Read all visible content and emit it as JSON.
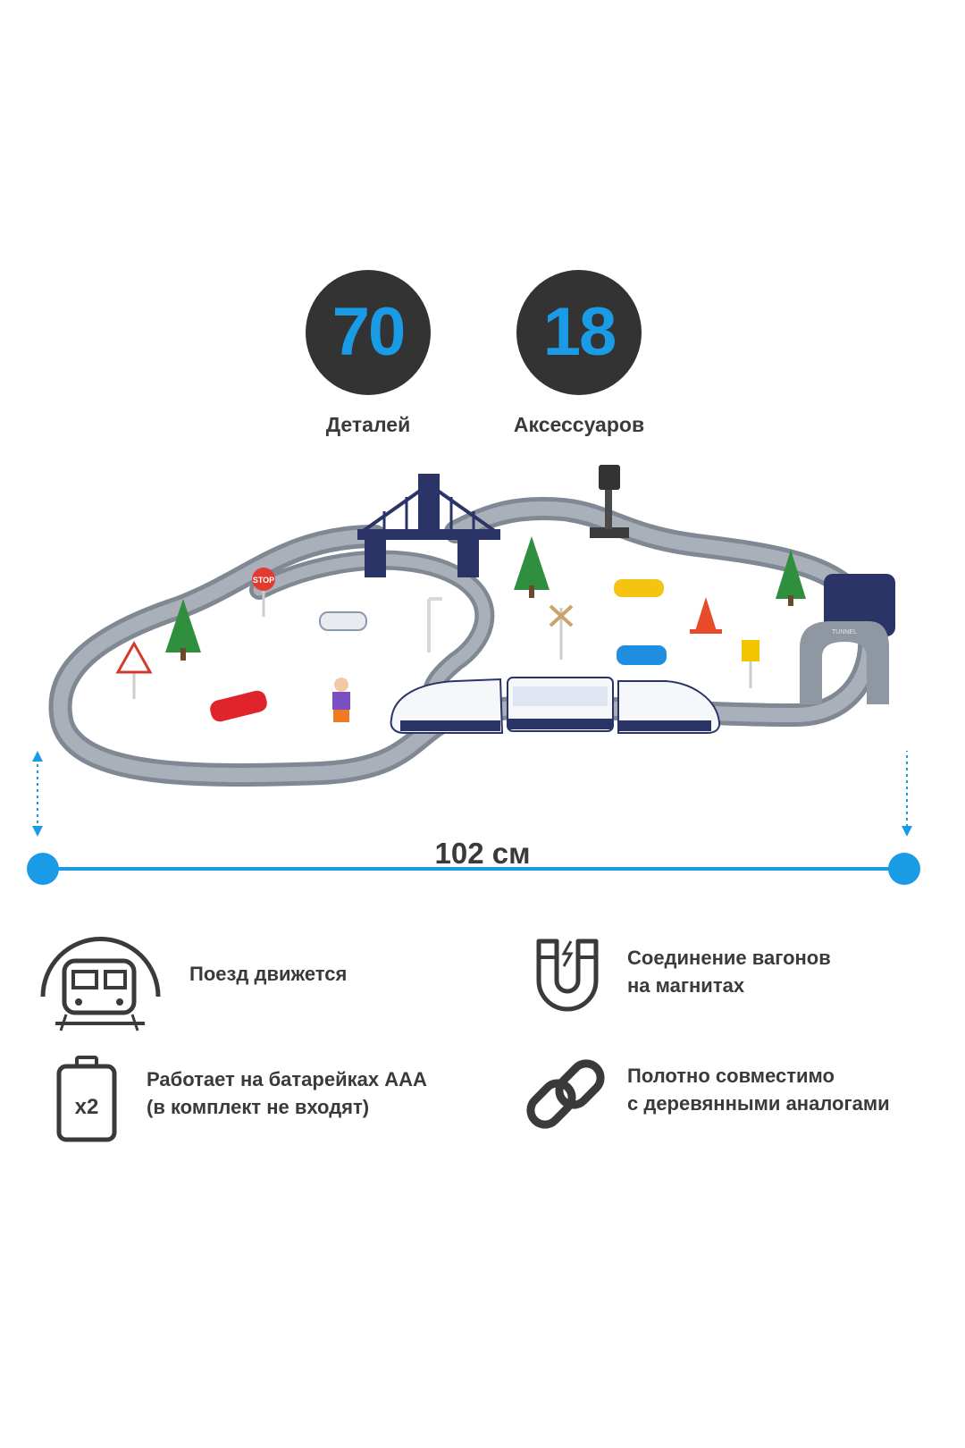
{
  "stats": [
    {
      "value": "70",
      "label": "Деталей"
    },
    {
      "value": "18",
      "label": "Аксессуаров"
    }
  ],
  "scene": {
    "stop_sign": "STOP",
    "tunnel_label": "TUNNEL"
  },
  "dimension": {
    "label": "102 см"
  },
  "features": [
    {
      "icon": "train-icon",
      "lines": [
        "Поезд движется"
      ]
    },
    {
      "icon": "magnet-icon",
      "lines": [
        "Соединение вагонов",
        "на магнитах"
      ]
    },
    {
      "icon": "battery-icon",
      "badge": "x2",
      "lines": [
        "Работает на батарейках ААА",
        "(в комплект не входят)"
      ]
    },
    {
      "icon": "chain-link-icon",
      "lines": [
        "Полотно совместимо",
        "с деревянными аналогами"
      ]
    }
  ],
  "colors": {
    "accent": "#1a9be6",
    "dark": "#333333",
    "track": "#8e97a2",
    "navy": "#2a3466"
  }
}
